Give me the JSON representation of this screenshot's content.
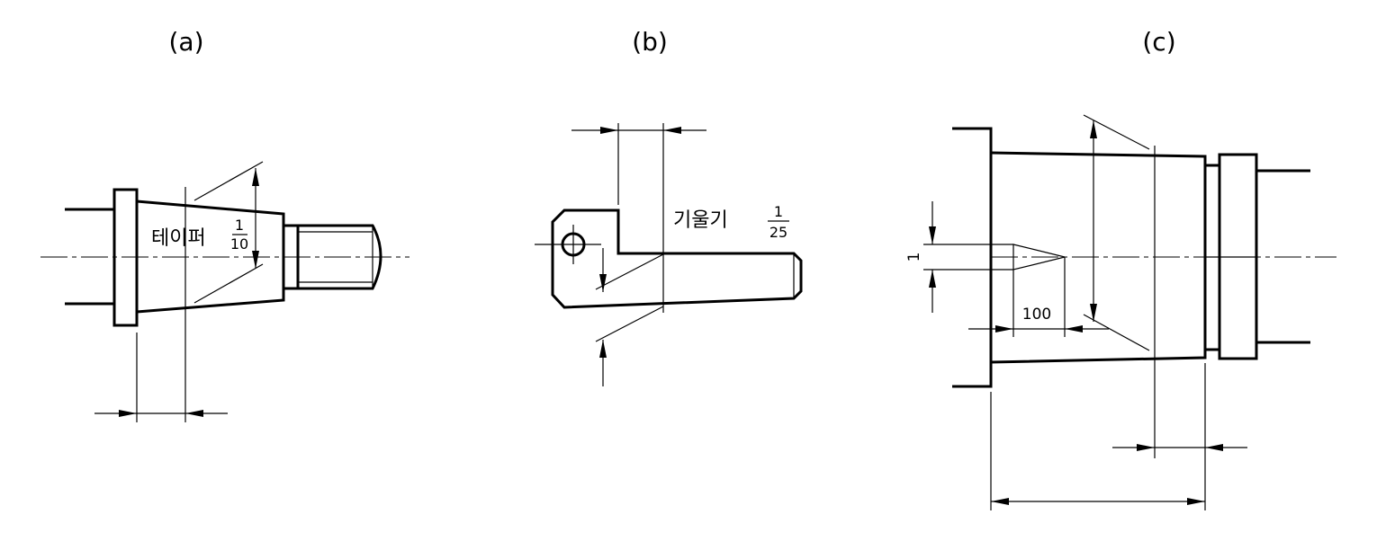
{
  "figure": {
    "panels": [
      {
        "id": "a",
        "label": "(a)",
        "note": "테이퍼",
        "ratio_num": "1",
        "ratio_den": "10"
      },
      {
        "id": "b",
        "label": "(b)",
        "note": "기울기",
        "ratio_num": "1",
        "ratio_den": "25"
      },
      {
        "id": "c",
        "label": "(c)",
        "dim_vertical": "1",
        "dim_horizontal": "100"
      }
    ]
  }
}
